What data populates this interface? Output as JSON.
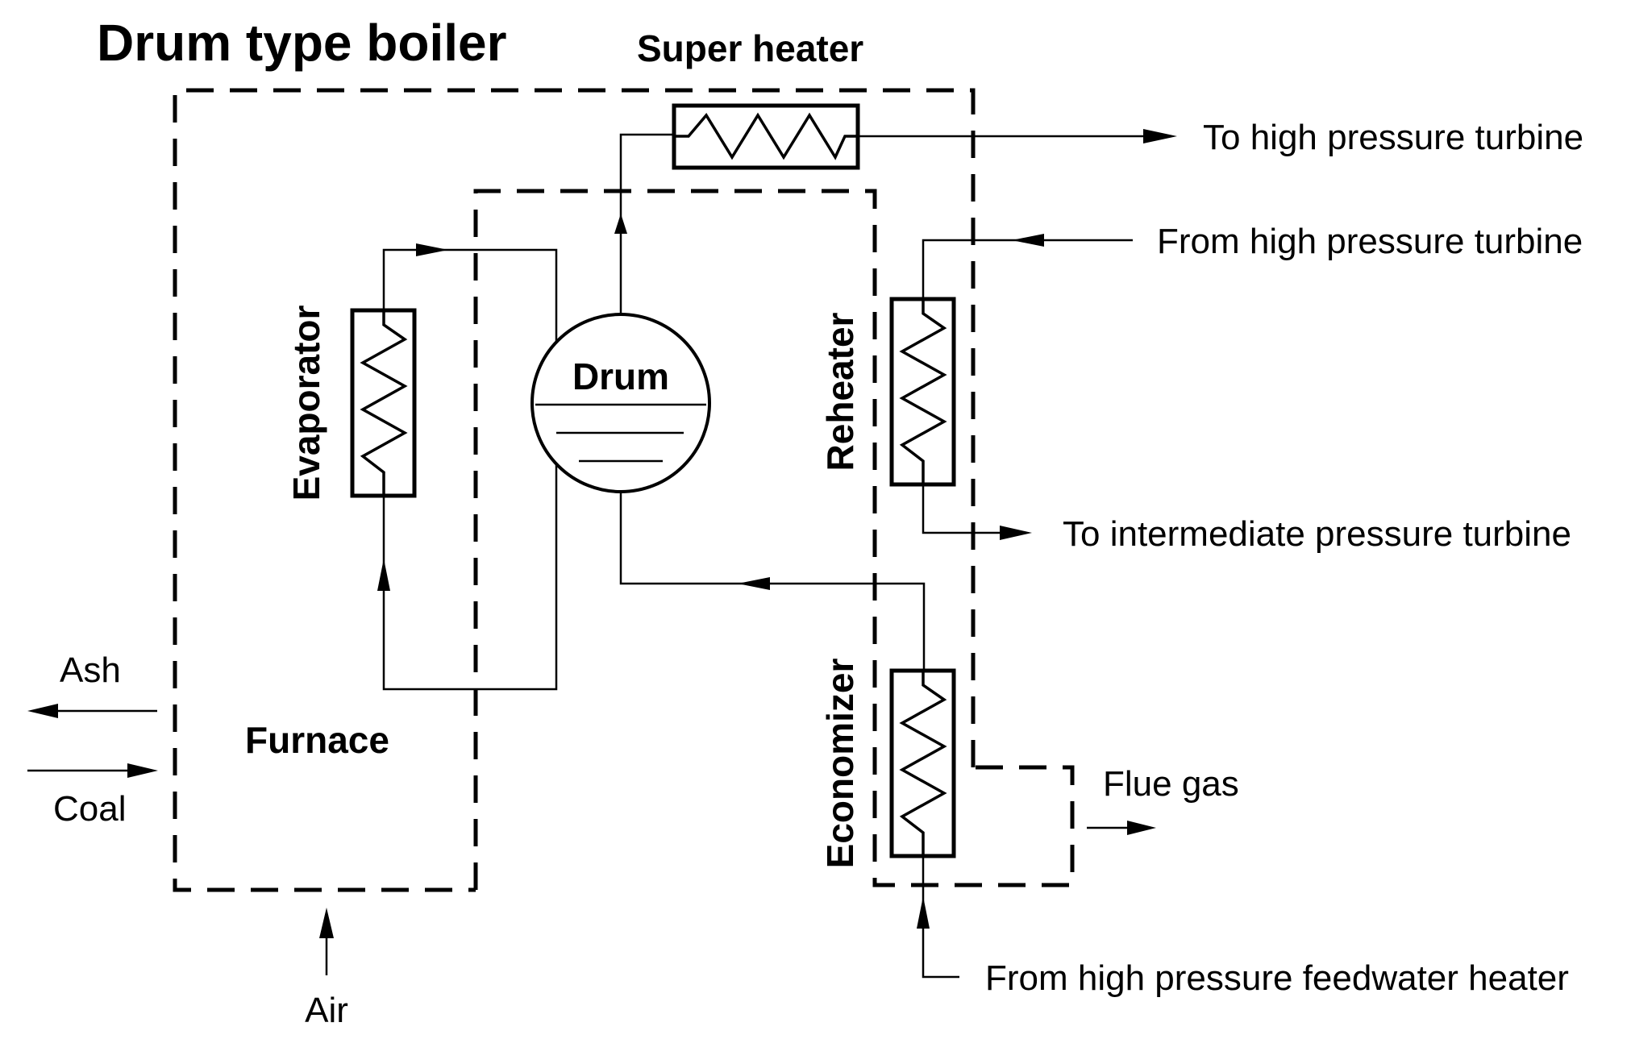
{
  "diagram": {
    "title": "Drum type boiler",
    "components": {
      "super_heater": "Super heater",
      "evaporator": "Evaporator",
      "drum": "Drum",
      "reheater": "Reheater",
      "economizer": "Economizer",
      "furnace": "Furnace"
    },
    "flows": {
      "to_hp_turbine": "To high pressure turbine",
      "from_hp_turbine": "From high pressure turbine",
      "to_ip_turbine": "To intermediate pressure turbine",
      "flue_gas": "Flue gas",
      "from_hp_feedwater": "From high pressure feedwater heater",
      "ash": "Ash",
      "coal": "Coal",
      "air": "Air"
    }
  }
}
